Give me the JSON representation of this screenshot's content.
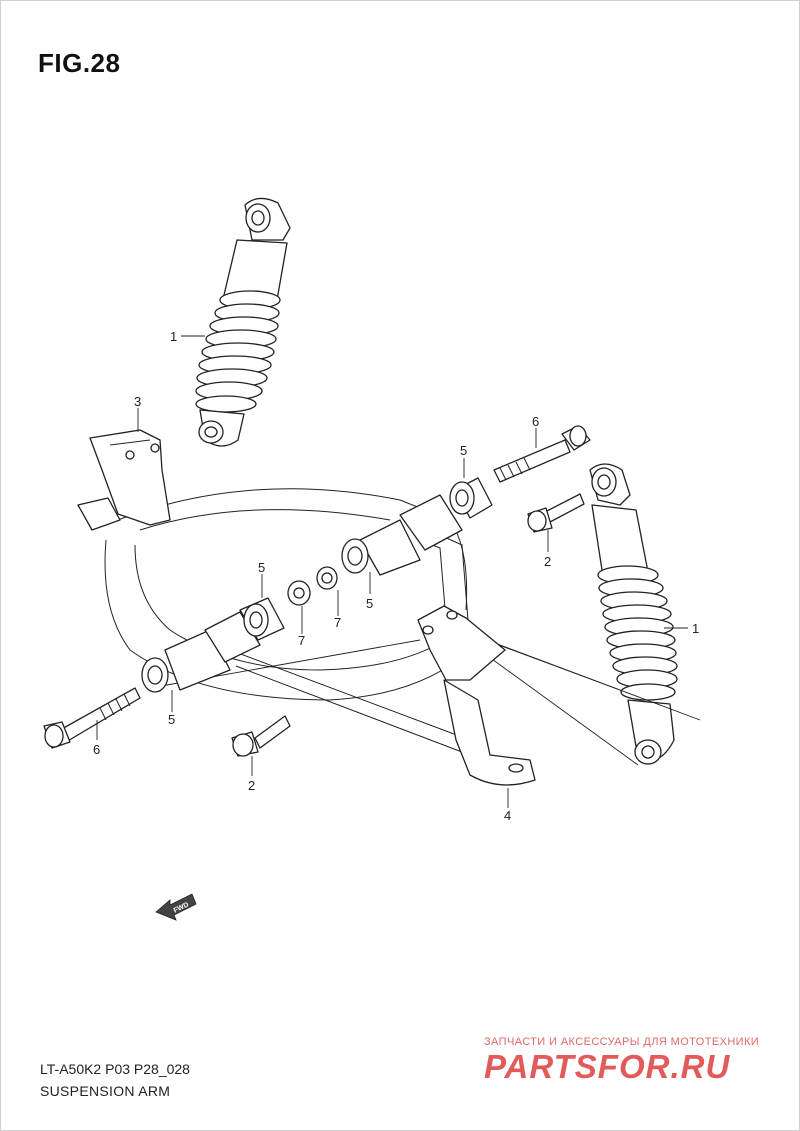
{
  "figure": {
    "title": "FIG.28"
  },
  "callouts": {
    "shock_left": "1",
    "shock_right": "1",
    "bolt_upper": "2",
    "bolt_lower": "2",
    "bracket_upper": "3",
    "bracket_lower": "4",
    "bushing_a": "5",
    "bushing_b": "5",
    "bushing_c": "5",
    "bushing_d": "5",
    "bolt_long_right": "6",
    "bolt_long_left": "6",
    "washer_a": "7",
    "washer_b": "7"
  },
  "fwd_arrow": {
    "label": "FWD",
    "icon": "fwd-arrow-icon"
  },
  "footer": {
    "model_code": "LT-A50K2 P03 P28_028",
    "caption": "SUSPENSION ARM"
  },
  "watermark": {
    "tagline": "ЗАПЧАСТИ И АКСЕССУАРЫ ДЛЯ МОТОТЕХНИКИ",
    "logo": "PARTSFOR.RU",
    "color": "#e25a5a"
  }
}
